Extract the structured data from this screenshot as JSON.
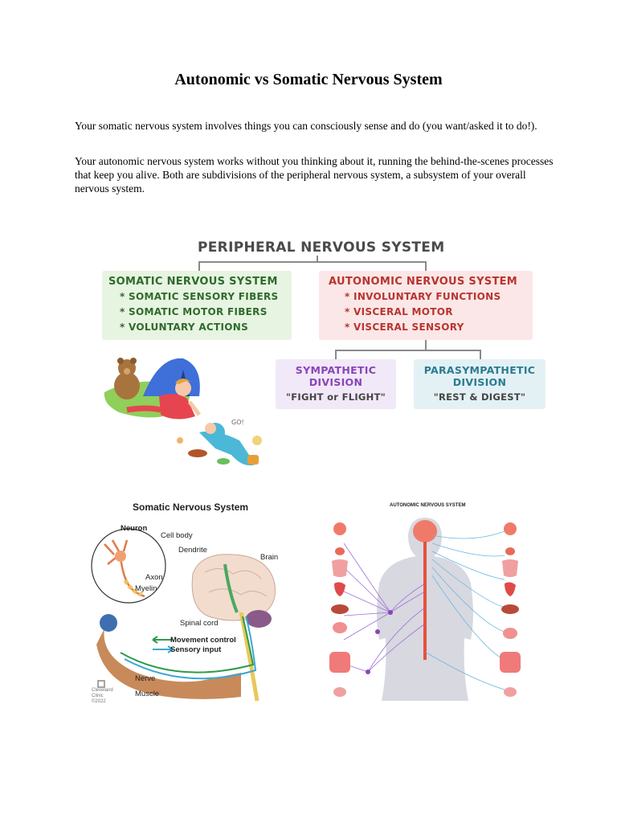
{
  "page": {
    "title": "Autonomic vs Somatic Nervous System",
    "paragraphs": [
      "Your somatic nervous system involves things you can consciously sense and do (you want/asked it to do!).",
      "Your autonomic nervous system works without you thinking about it, running the behind-the-scenes processes that keep you alive. Both are subdivisions of the peripheral nervous system, a subsystem of your overall nervous system."
    ]
  },
  "diagram": {
    "title": "PERIPHERAL NERVOUS SYSTEM",
    "somatic": {
      "heading": "SOMATIC NERVOUS SYSTEM",
      "items": [
        "* SOMATIC SENSORY FIBERS",
        "* SOMATIC MOTOR FIBERS",
        "* VOLUNTARY ACTIONS"
      ]
    },
    "autonomic": {
      "heading": "AUTONOMIC NERVOUS SYSTEM",
      "items": [
        "* INVOLUNTARY FUNCTIONS",
        "* VISCERAL MOTOR",
        "* VISCERAL SENSORY"
      ]
    },
    "sympathetic": {
      "line1": "SYMPATHETIC",
      "line2": "DIVISION",
      "sub": "\"FIGHT or FLIGHT\""
    },
    "parasympathetic": {
      "line1": "PARASYMPATHETIC",
      "line2": "DIVISION",
      "sub": "\"REST & DIGEST\""
    },
    "zzz": "GO!"
  },
  "somatic_figure": {
    "title": "Somatic Nervous System",
    "labels": {
      "neuron": "Neuron",
      "cell_body": "Cell body",
      "dendrite": "Dendrite",
      "brain": "Brain",
      "axon": "Axon",
      "myelin": "Myelin",
      "spinal_cord": "Spinal cord",
      "movement": "Movement control",
      "sensory": "Sensory input",
      "nerve": "Nerve",
      "muscle": "Muscle",
      "credit1": "Cleveland",
      "credit2": "Clinic",
      "credit3": "©2022"
    }
  },
  "autonomic_figure": {
    "title": "AUTONOMIC NERVOUS SYSTEM"
  },
  "colors": {
    "somatic_green": "#2f6a2a",
    "autonomic_red": "#b8342f",
    "sympathetic_purple": "#8a45b5",
    "parasympathetic_blue": "#2b7b92",
    "movement_arrow": "#2e9b4a",
    "sensory_arrow": "#3aa7d8"
  }
}
